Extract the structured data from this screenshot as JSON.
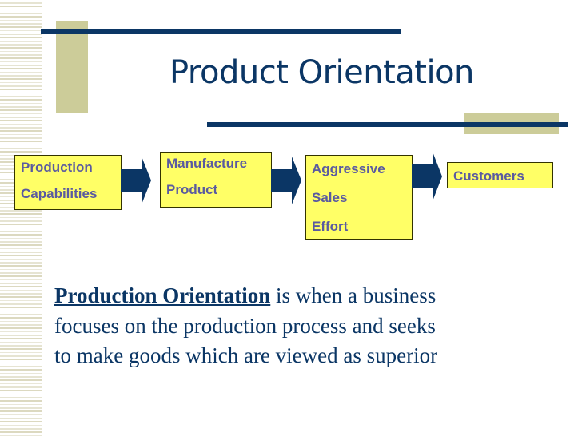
{
  "slide": {
    "title": "Product Orientation",
    "colors": {
      "navy": "#0b3665",
      "tan": "#cccc99",
      "box_fill": "#ffff66",
      "box_text": "#5a5aa0"
    }
  },
  "flow": {
    "steps": [
      {
        "lines": [
          "Production",
          "Capabilities"
        ]
      },
      {
        "lines": [
          "Manufacture",
          "Product"
        ]
      },
      {
        "lines": [
          "Aggressive",
          "Sales",
          "Effort"
        ]
      },
      {
        "lines": [
          "Customers"
        ]
      }
    ],
    "connector": "right-arrow"
  },
  "definition": {
    "term": "Production Orientation",
    "text_line1": " is when a business",
    "text_line2": "focuses on the production process and seeks",
    "text_line3": "to make goods which are viewed as superior"
  }
}
